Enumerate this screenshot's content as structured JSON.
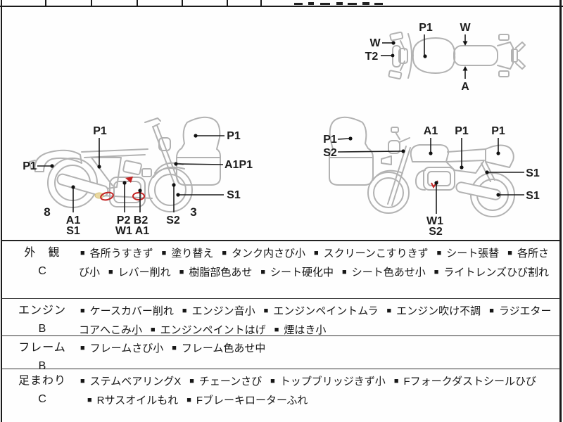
{
  "diagram_top_view": {
    "labels": {
      "tank": "P1",
      "seat_front": "W",
      "mirror": "W",
      "front_area": "T2",
      "seat_rear": "A"
    }
  },
  "diagram_left_view": {
    "labels": {
      "seat": "P1",
      "rear_fender": "P1",
      "screen": "P1",
      "front_fender": "A1P1",
      "front_wheel": "S1",
      "fork_lower": "S2",
      "engine_upper": "P2 B2",
      "engine_lower": "W1 A1",
      "muffler_top": "A1",
      "muffler_bottom": "S1",
      "rear_wheel_number": "8",
      "front_wheel_number": "3"
    }
  },
  "diagram_right_view": {
    "labels": {
      "screen": "P1",
      "fork_top": "S2",
      "tank": "A1",
      "seat": "P1",
      "rear_cowl": "P1",
      "rear_shock": "S1",
      "rear_wheel": "S1",
      "engine_top": "W1",
      "engine_bottom": "S2"
    }
  },
  "condition_table": {
    "bullet": "■",
    "rows": [
      {
        "category": "外　観",
        "grade": "C",
        "items": [
          "各所うすきず",
          "塗り替え",
          "タンク内さび小",
          "スクリーンこすりきず",
          "シート張替",
          "各所さび小",
          "レバー削れ",
          "樹脂部色あせ",
          "シート硬化中",
          "シート色あせ小",
          "ライトレンズひび割れ"
        ]
      },
      {
        "category": "エンジン",
        "grade": "B",
        "items": [
          "ケースカバー削れ",
          "エンジン音小",
          "エンジンペイントムラ",
          "エンジン吹け不調",
          "ラジエターコアへこみ小",
          "エンジンペイントはげ",
          "煙はき小"
        ]
      },
      {
        "category": "フレーム",
        "grade": "B",
        "items": [
          "フレームさび小",
          "フレーム色あせ中"
        ]
      },
      {
        "category": "足まわり",
        "grade": "C",
        "items": [
          "ステムベアリングX",
          "チェーンさび",
          "トップブリッジきず小",
          "Fフォークダストシールひび",
          "Rサスオイルもれ",
          "Fブレーキローターふれ"
        ]
      }
    ]
  },
  "colors": {
    "damage_mark": "#c42323",
    "outline": "#b2b2b2",
    "ink": "#1c1c1c"
  }
}
